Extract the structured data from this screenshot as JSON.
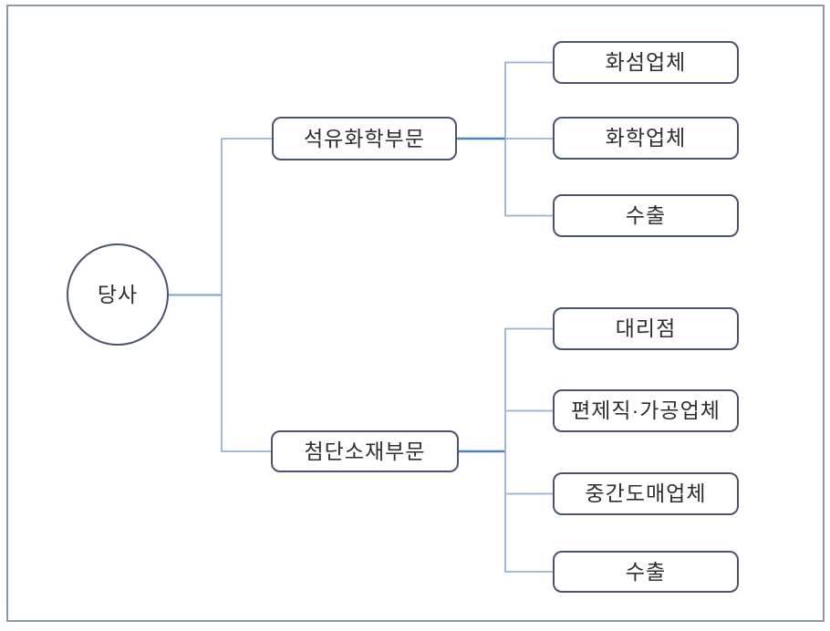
{
  "diagram": {
    "title": "company-distribution-structure",
    "root": {
      "label": "당사"
    },
    "branches": [
      {
        "label": "석유화학부문",
        "children": [
          {
            "label": "화섬업체"
          },
          {
            "label": "화학업체"
          },
          {
            "label": "수출"
          }
        ]
      },
      {
        "label": "첨단소재부문",
        "children": [
          {
            "label": "대리점"
          },
          {
            "label": "편제직·가공업체"
          },
          {
            "label": "중간도매업체"
          },
          {
            "label": "수출"
          }
        ]
      }
    ],
    "colors": {
      "background": "#ffffff",
      "frame": "#8a99aa",
      "node_border": "#4a5470",
      "connector": "#95b3d7",
      "trunk": "#4f81bd",
      "trunk_light": "#7aa0cf",
      "text": "#2e2e2e"
    }
  }
}
